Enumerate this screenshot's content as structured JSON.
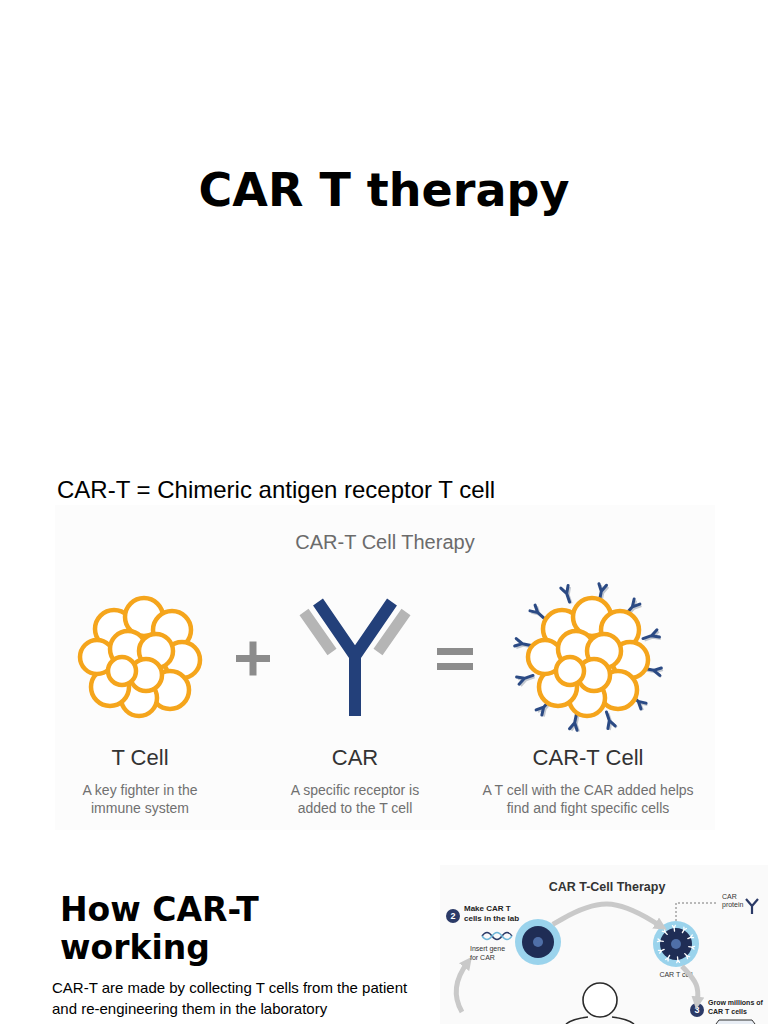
{
  "diagram": {
    "title": "CAR T therapy",
    "nodes": [
      {
        "text": [
          "T Cell",
          "A key fighter in the immune system"
        ]
      },
      {
        "text": [
          "CAR",
          "A specific receptor is added to the T cell"
        ]
      },
      {
        "text": [
          "CAR-T Cell",
          "A T cell with the CAR added helps find and fight specific cells"
        ]
      },
      {
        "text": [
          "2",
          "Make CAR T cells in the lab"
        ]
      },
      {
        "text": [
          "Insert gene for CAR"
        ]
      },
      {
        "text": [
          "CAR T cell"
        ]
      },
      {
        "text": [
          "3",
          "Grow millions of CAR T cells"
        ]
      }
    ],
    "edges": [
      {
        "from": 4,
        "to": 5,
        "arrow": "to"
      },
      {
        "from": 5,
        "to": 6,
        "arrow": "to"
      }
    ],
    "labels": [
      "CAR-T = Chimeric antigen receptor T cell",
      "CAR-T Cell Therapy",
      "How CAR-T working",
      "CAR-T are made by collecting T cells from the patient and re-engineering them in the laboratory",
      "CAR T-Cell Therapy",
      "CAR protein"
    ]
  }
}
